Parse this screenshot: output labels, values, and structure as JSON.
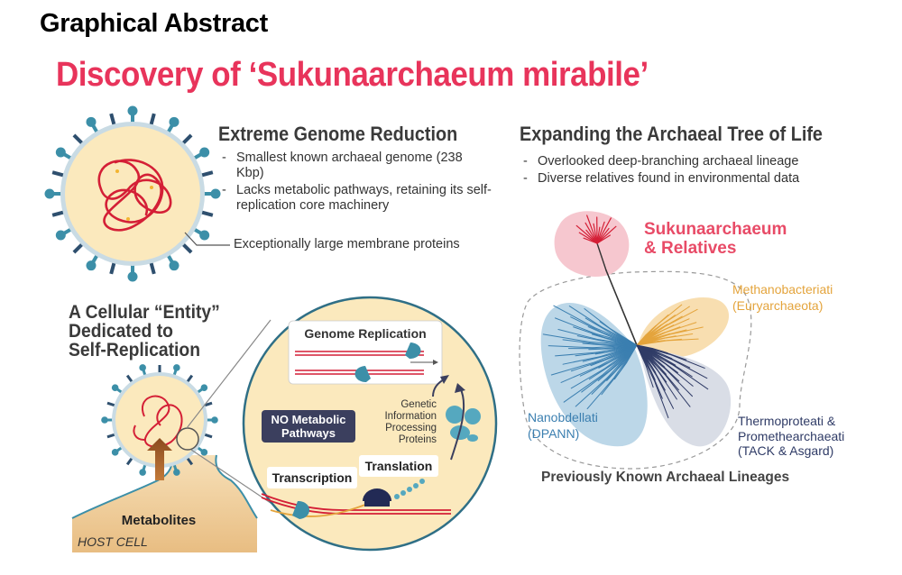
{
  "header": {
    "graphical_abstract": "Graphical Abstract",
    "main_title": "Discovery of ‘Sukunaarchaeum mirabile’"
  },
  "genome": {
    "title": "Extreme Genome Reduction",
    "bullets": [
      "Smallest known archaeal genome (238 Kbp)",
      "Lacks metabolic pathways, retaining its self-replication core machinery"
    ],
    "membrane_note": "Exceptionally large membrane proteins"
  },
  "tree": {
    "title": "Expanding the Archaeal Tree of Life",
    "bullets": [
      "Overlooked deep-branching archaeal lineage",
      "Diverse relatives found in environmental data"
    ],
    "sukuna_label_1": "Sukunaarchaeum",
    "sukuna_label_2": "& Relatives",
    "methano_1": "Methanobacteriati",
    "methano_2": "(Euryarchaeota)",
    "thermo_1": "Thermoproteati &",
    "thermo_2": "Promethearchaeati",
    "thermo_3": "(TACK & Asgard)",
    "nano_1": "Nanobdellati",
    "nano_2": "(DPANN)",
    "known": "Previously Known Archaeal Lineages"
  },
  "entity": {
    "line1": "A Cellular “Entity”",
    "line2": "Dedicated to",
    "line3": "Self-Replication"
  },
  "zoom": {
    "genome_replication": "Genome Replication",
    "no_metabolic_1": "NO Metabolic",
    "no_metabolic_2": "Pathways",
    "gip_1": "Genetic",
    "gip_2": "Information",
    "gip_3": "Processing",
    "gip_4": "Proteins",
    "transcription": "Transcription",
    "translation": "Translation"
  },
  "host": {
    "metabolites": "Metabolites",
    "host_cell": "HOST CELL"
  },
  "colors": {
    "title_pink": "#e8345b",
    "cell_fill": "#f8e8b8",
    "spike_blue": "#3c8fa8",
    "dna_red": "#d41f36",
    "dpann_blue": "#3b7fb0",
    "euryarchaeota_orange": "#e4a43c",
    "tack_navy": "#2f3b66",
    "sukuna_pink": "#e84b67"
  }
}
